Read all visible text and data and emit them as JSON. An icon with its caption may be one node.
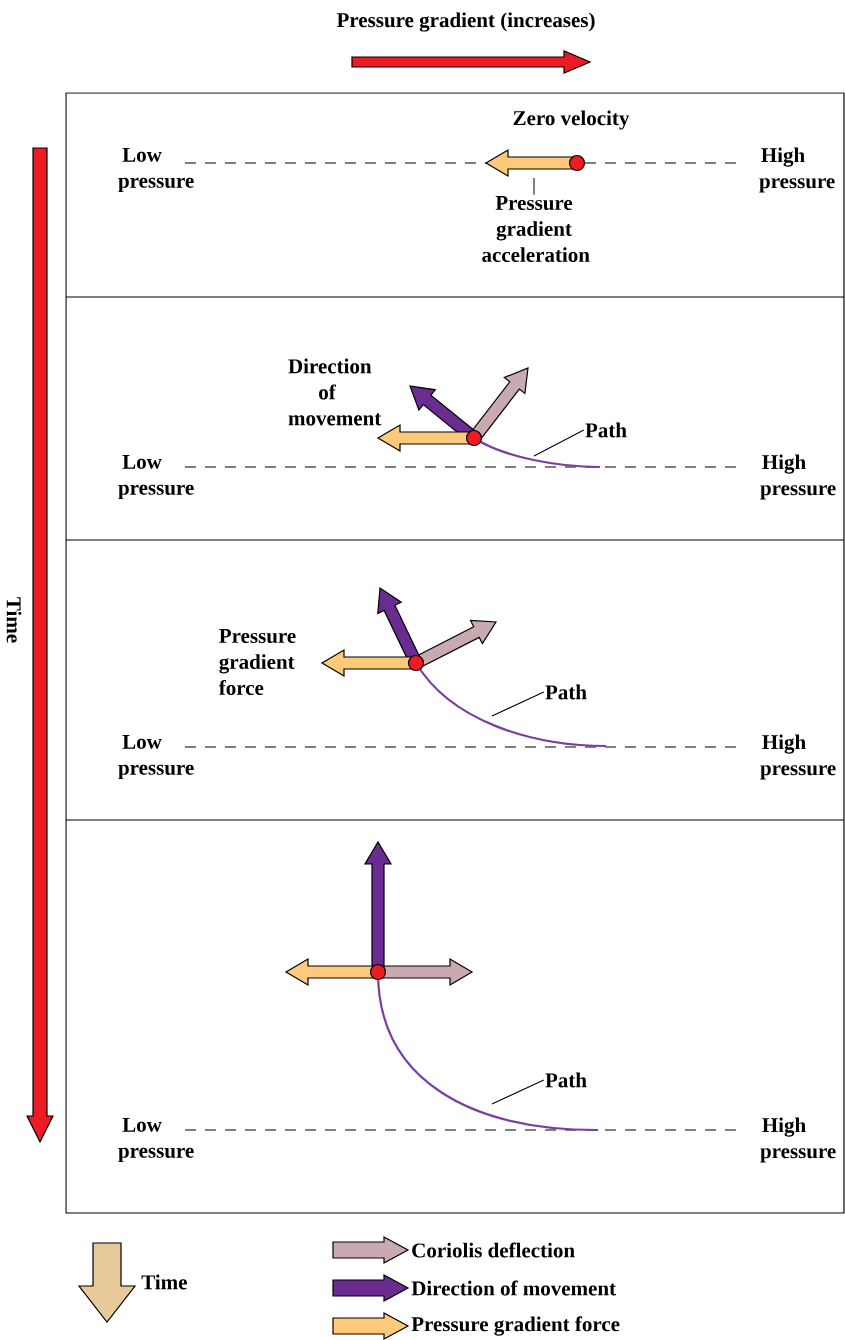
{
  "diagram": {
    "nodes": [
      {
        "text": [
          "Pressure gradient acceleration"
        ]
      },
      {
        "text": [
          "Path"
        ]
      },
      {
        "text": [
          "Path"
        ]
      },
      {
        "text": [
          "Path"
        ]
      }
    ],
    "edges": [
      {
        "from": 0,
        "to": null,
        "arrow": "none"
      },
      {
        "from": 1,
        "to": null,
        "arrow": "none"
      },
      {
        "from": 2,
        "to": null,
        "arrow": "none"
      },
      {
        "from": 3,
        "to": null,
        "arrow": "none"
      }
    ],
    "labels": [
      "Pressure gradient (increases)",
      "Time",
      "Zero velocity",
      "Low pressure",
      "High pressure",
      "Direction of movement",
      "Low pressure",
      "High pressure",
      "Pressure gradient force",
      "Low pressure",
      "High pressure",
      "Low pressure",
      "High pressure",
      "Time"
    ],
    "legend": [
      {
        "text": "Coriolis deflection",
        "color": "#c8aab0"
      },
      {
        "text": "Direction of movement",
        "color": "#6a2c91"
      },
      {
        "text": "Pressure gradient force",
        "color": "#fdc97a"
      }
    ]
  }
}
